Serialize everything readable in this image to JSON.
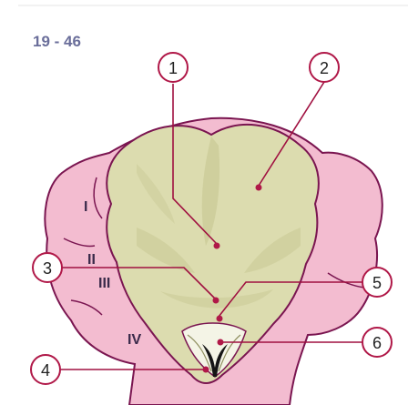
{
  "figure": {
    "label": "19 - 46"
  },
  "callouts": [
    "1",
    "2",
    "3",
    "4",
    "5",
    "6"
  ],
  "regions": [
    "I",
    "II",
    "III",
    "IV"
  ],
  "colors": {
    "outline": "#7a1550",
    "pink": "#f3bcd0",
    "cerebellum": "#dcdcaf",
    "callout_ring": "#b01848",
    "leader": "#a01040",
    "text_label": "#6a6e9a"
  }
}
